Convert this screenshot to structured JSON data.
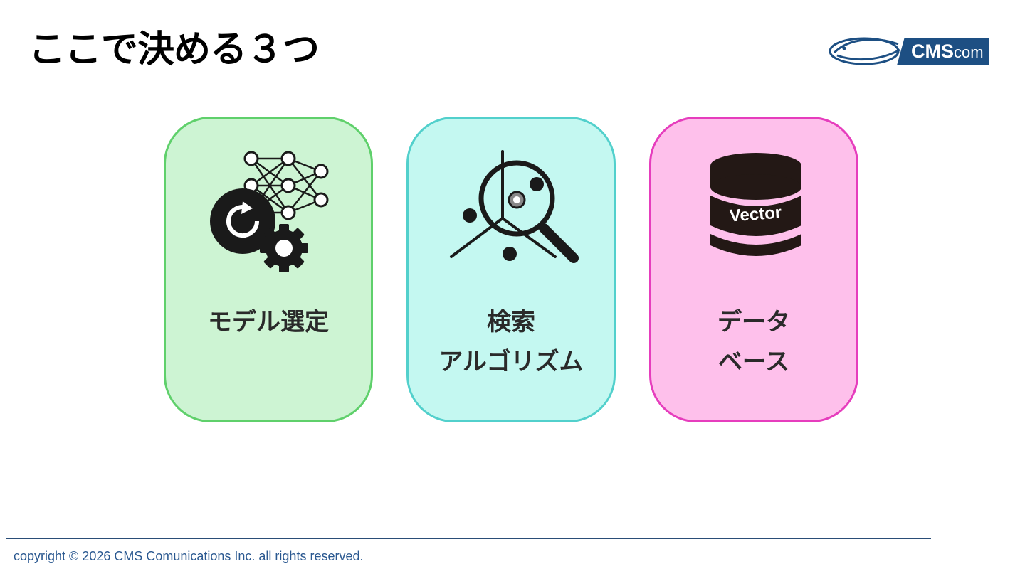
{
  "slide": {
    "title": "ここで決める３つ"
  },
  "logo": {
    "text_main": "CMS",
    "text_sub": "com",
    "brand_color": "#1d4f83"
  },
  "cards": [
    {
      "icon": "neural-network-gear-icon",
      "label": "モデル選定",
      "bg": "#cdf4d3",
      "border": "#5fd06b"
    },
    {
      "icon": "magnifier-vector-search-icon",
      "label_line1": "検索",
      "label_line2": "アルゴリズム",
      "bg": "#c4f8f1",
      "border": "#52d0cc"
    },
    {
      "icon": "vector-database-icon",
      "label_line1": "データ",
      "label_line2": "ベース",
      "db_text": "Vector",
      "bg": "#fec0eb",
      "border": "#e63dbd"
    }
  ],
  "footer": {
    "copyright": "copyright © 2026 CMS Comunications Inc. all rights reserved."
  }
}
